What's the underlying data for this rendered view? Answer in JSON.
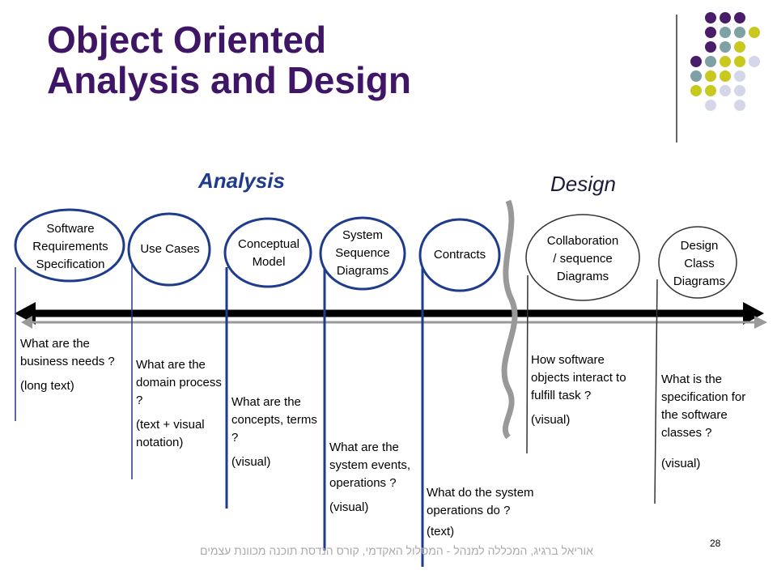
{
  "slide": {
    "title_line1": "Object Oriented",
    "title_line2": "Analysis and Design",
    "page_number": "28",
    "footer_credit": "אוריאל ברגיג, המכללה למנהל - המסלול האקדמי, קורס הנדסת תוכנה מכוונת עצמים"
  },
  "phases": {
    "analysis": "Analysis",
    "design": "Design"
  },
  "nodes": [
    {
      "label": "Software\nRequirements\nSpecification"
    },
    {
      "label": "Use Cases"
    },
    {
      "label": "Conceptual\nModel"
    },
    {
      "label": "System\nSequence\nDiagrams"
    },
    {
      "label": "Contracts"
    },
    {
      "label": "Collaboration\n/ sequence\nDiagrams"
    },
    {
      "label": "Design\nClass\nDiagrams"
    }
  ],
  "questions": [
    {
      "text": "What are the business needs ?",
      "note": "(long text)"
    },
    {
      "text": "What are the domain process ?",
      "note": "(text + visual notation)"
    },
    {
      "text": "What are the concepts, terms ?",
      "note": "(visual)"
    },
    {
      "text": "What are the system events, operations ?",
      "note": "(visual)"
    },
    {
      "text": "What do the system operations do ?",
      "note": "(text)"
    },
    {
      "text": "How software objects interact to fulfill task ?",
      "note": "(visual)"
    },
    {
      "text": "What is the specification for the software classes ?",
      "note": "(visual)"
    }
  ],
  "colors": {
    "title": "#3f1566",
    "analysis_ellipse": "#1f3c8c",
    "design_ellipse": "#333333",
    "dot_purple": "#4a1d6b",
    "dot_teal": "#7fa1a5",
    "dot_olive": "#c8c81e",
    "dot_lavender": "#d6d6ea"
  }
}
